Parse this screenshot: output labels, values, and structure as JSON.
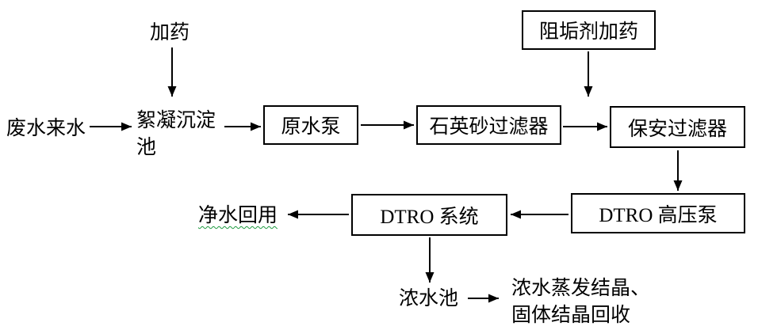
{
  "diagram": {
    "type": "flowchart",
    "description": "Wastewater DTRO treatment process flow",
    "colors": {
      "background": "#ffffff",
      "line": "#000000",
      "text": "#000000",
      "squiggle_underline": "#1d9a3f"
    },
    "nodes": {
      "dosing_label": "加药",
      "influent_label": "废水来水",
      "flocculation_label": "絮凝沉淀池",
      "raw_pump_label": "原水泵",
      "quartz_filter_label": "石英砂过滤器",
      "antiscalant_label": "阻垢剂加药",
      "security_filter_label": "保安过滤器",
      "dtro_pump_label": "DTRO 高压泵",
      "dtro_system_label": "DTRO 系统",
      "clean_water_label": "净水回用",
      "concentrate_pool_label": "浓水池",
      "evaporation_label": "浓水蒸发结晶、\n固体结晶回收"
    },
    "edges": [
      "废水来水 → 絮凝沉淀池",
      "加药 → 絮凝沉淀池",
      "絮凝沉淀池 → 原水泵",
      "原水泵 → 石英砂过滤器",
      "石英砂过滤器 → 保安过滤器",
      "阻垢剂加药 → 保安过滤器进水管",
      "保安过滤器 → DTRO 高压泵",
      "DTRO 高压泵 → DTRO 系统",
      "DTRO 系统 → 净水回用",
      "DTRO 系统 → 浓水池",
      "浓水池 → 浓水蒸发结晶、固体结晶回收"
    ]
  }
}
